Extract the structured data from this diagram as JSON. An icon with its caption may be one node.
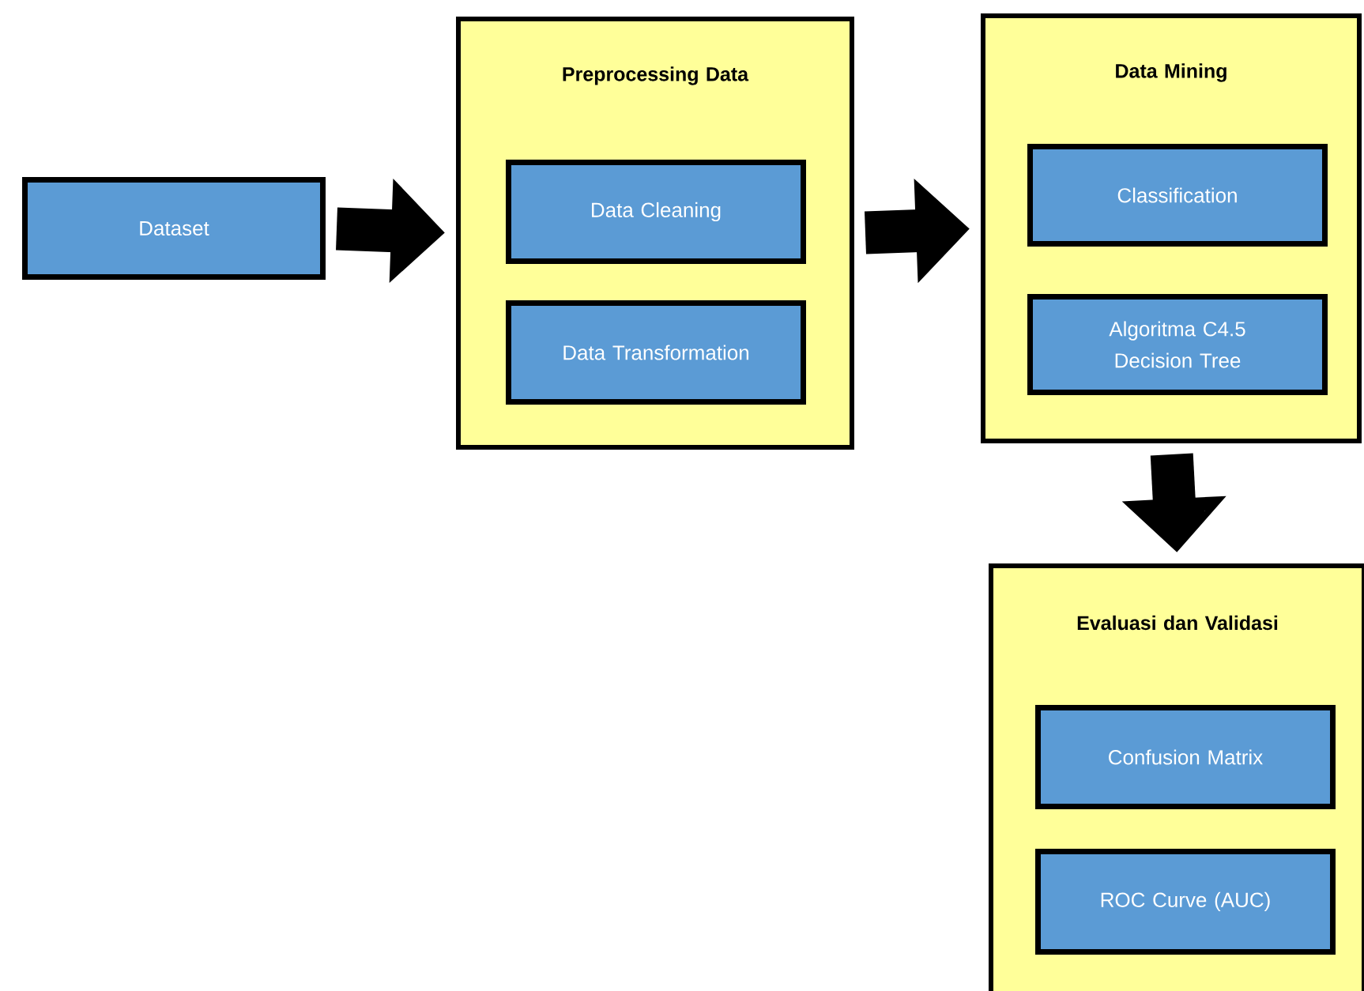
{
  "diagram": {
    "nodes": [
      {
        "text": [
          "Dataset"
        ]
      },
      {
        "text": [
          "Preprocessing Data"
        ]
      },
      {
        "text": [
          "Data Cleaning"
        ],
        "in": 1
      },
      {
        "text": [
          "Data Transformation"
        ],
        "in": 1
      },
      {
        "text": [
          "Data Mining"
        ]
      },
      {
        "text": [
          "Classification"
        ],
        "in": 4
      },
      {
        "text": [
          "Algoritma C4.5 Decision Tree"
        ],
        "in": 4
      },
      {
        "text": [
          "Evaluasi dan Validasi"
        ]
      },
      {
        "text": [
          "Confusion Matrix"
        ],
        "in": 7
      },
      {
        "text": [
          "ROC Curve (AUC)"
        ],
        "in": 7
      }
    ],
    "edges": [
      {
        "from": 0,
        "to": 1,
        "arrow": "to"
      },
      {
        "from": 1,
        "to": 4,
        "arrow": "to"
      },
      {
        "from": 4,
        "to": 7,
        "arrow": "to"
      }
    ]
  }
}
